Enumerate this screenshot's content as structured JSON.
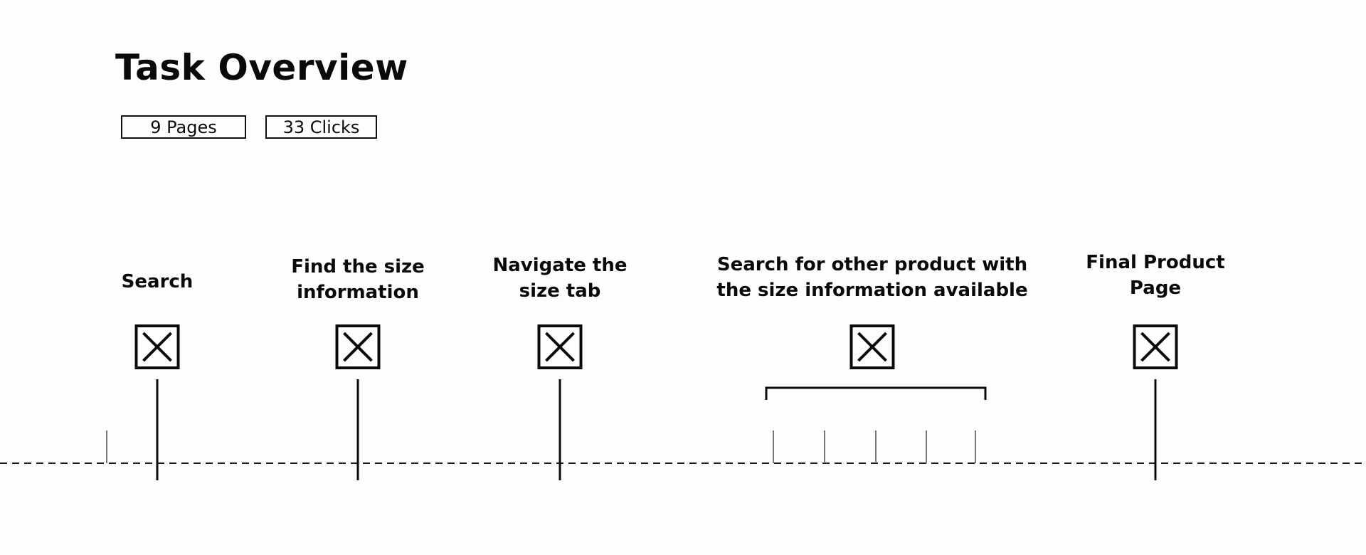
{
  "header": {
    "title": "Task Overview",
    "pages_badge": "9 Pages",
    "clicks_badge": "33 Clicks"
  },
  "steps": [
    {
      "lines": [
        "Search"
      ],
      "icon": "x-box-icon"
    },
    {
      "lines": [
        "Find the size",
        "information"
      ],
      "icon": "x-box-icon"
    },
    {
      "lines": [
        "Navigate the",
        "size tab"
      ],
      "icon": "x-box-icon"
    },
    {
      "lines": [
        "Search for other product with",
        "the size information available"
      ],
      "icon": "x-box-icon",
      "grouped_clicks": 5
    },
    {
      "lines": [
        "Final Product",
        "Page"
      ],
      "icon": "x-box-icon"
    }
  ],
  "colors": {
    "ink": "#0a0a0a",
    "background": "#fdfdfd"
  }
}
